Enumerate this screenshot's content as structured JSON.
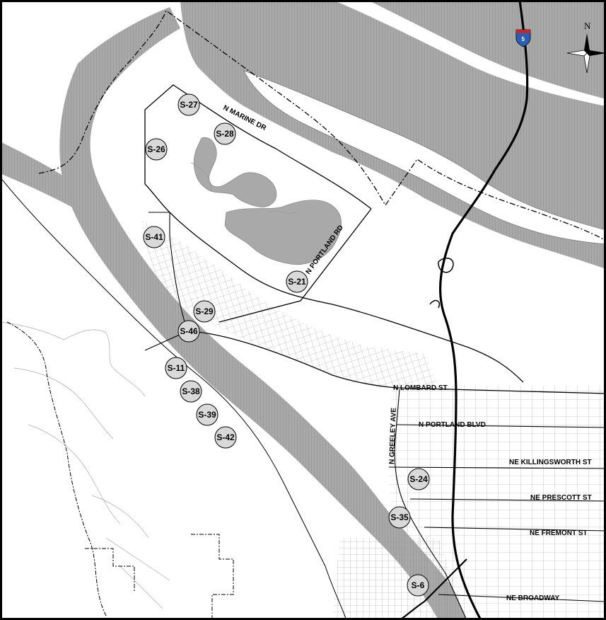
{
  "colors": {
    "water": "#a9a9a9",
    "water_stripe": "#8c8c8c",
    "land": "#ffffff",
    "streets": "#9a9a9a",
    "major_roads": "#000000",
    "marker_fill": "#d9d9d9",
    "shield_red": "#c1272d",
    "shield_blue": "#2b5fb4"
  },
  "interstate": {
    "route": "5",
    "icon": "interstate-shield-icon"
  },
  "compass": {
    "north_label": "N",
    "icon": "compass-rose-icon"
  },
  "road_labels": {
    "n_marine_dr": "N MARINE DR",
    "n_portland_rd": "N PORTLAND RD",
    "n_lombard_st": "N LOMBARD ST",
    "n_portland_blvd": "N PORTLAND BLVD",
    "n_greeley_ave": "N GREELEY AVE",
    "ne_killingsworth_st": "NE KILLINGSWORTH ST",
    "ne_prescott_st": "NE PRESCOTT ST",
    "ne_fremont_st": "NE FREMONT ST",
    "ne_broadway": "NE BROADWAY"
  },
  "site_markers": [
    {
      "label": "S-27"
    },
    {
      "label": "S-28"
    },
    {
      "label": "S-26"
    },
    {
      "label": "S-41"
    },
    {
      "label": "S-21"
    },
    {
      "label": "S-29"
    },
    {
      "label": "S-46"
    },
    {
      "label": "S-11"
    },
    {
      "label": "S-38"
    },
    {
      "label": "S-39"
    },
    {
      "label": "S-42"
    },
    {
      "label": "S-24"
    },
    {
      "label": "S-35"
    },
    {
      "label": "S-6"
    }
  ]
}
